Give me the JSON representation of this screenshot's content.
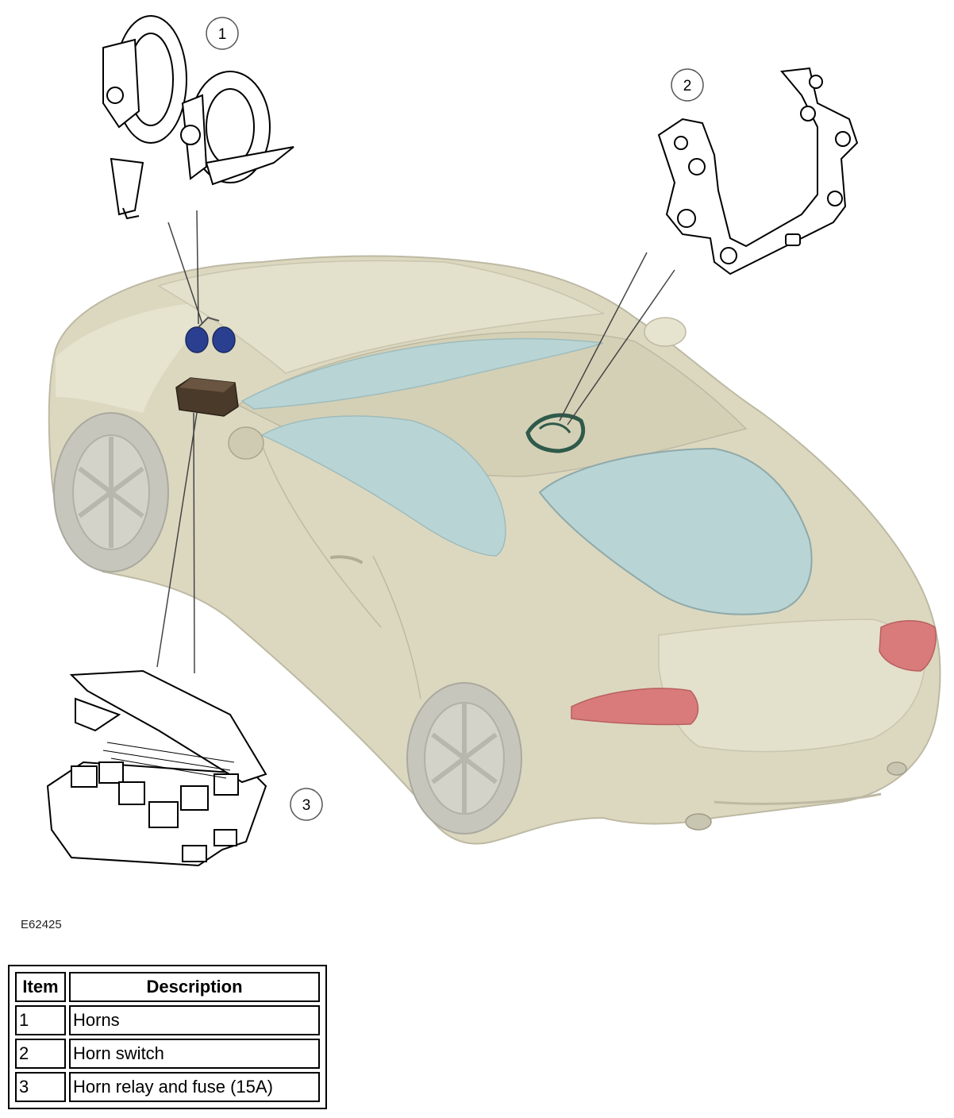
{
  "callouts": [
    {
      "label": "1"
    },
    {
      "label": "2"
    },
    {
      "label": "3"
    }
  ],
  "figure_ref": "E62425",
  "legend": {
    "headers": {
      "item": "Item",
      "description": "Description"
    },
    "rows": [
      {
        "item": "1",
        "description": "Horns"
      },
      {
        "item": "2",
        "description": "Horn switch"
      },
      {
        "item": "3",
        "description": "Horn relay and fuse (15A)"
      }
    ]
  },
  "colors": {
    "car_body": "#dcd8c0",
    "glass": "#b9d4d4",
    "tail_light": "#d97b7b",
    "horn_part": "#2a3f8f",
    "relay_box": "#4a3a2a",
    "switch_harness": "#2f5a4a"
  }
}
